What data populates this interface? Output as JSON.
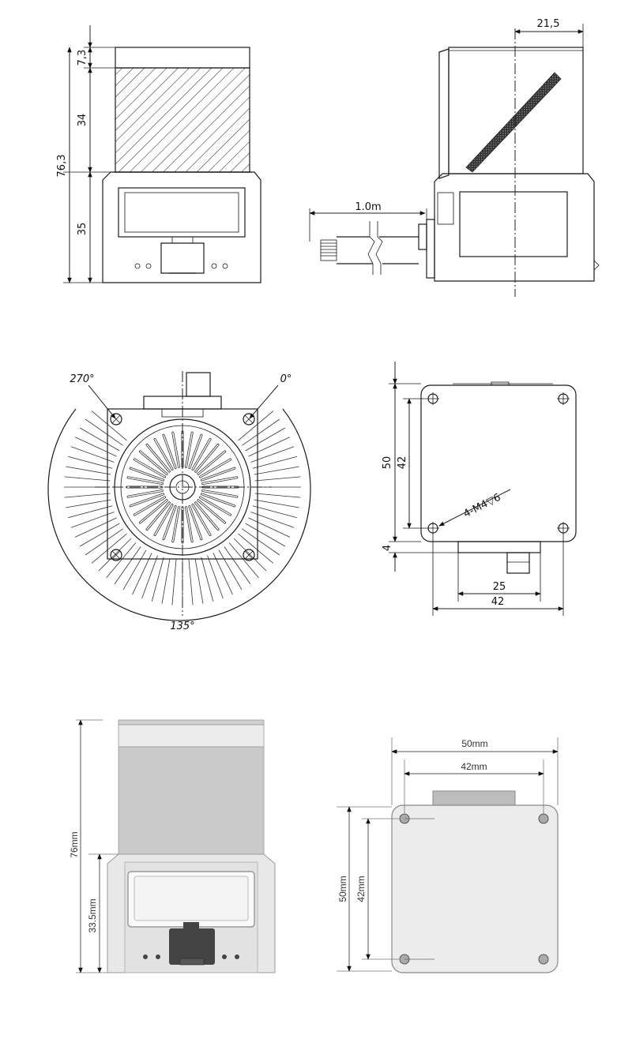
{
  "top_front": {
    "d_7_3": "7,3",
    "d_34": "34",
    "d_76_3": "76,3",
    "d_35": "35"
  },
  "top_side": {
    "d_21_5": "21,5",
    "cable_len": "1.0m"
  },
  "mid_round": {
    "a_270": "270°",
    "a_0": "0°",
    "a_135": "135°"
  },
  "mid_bottom": {
    "d_50": "50",
    "d_42": "42",
    "d_4": "4",
    "d_25": "25",
    "d_42b": "42",
    "thread": "4-M4▽6"
  },
  "bottom_front": {
    "d_76": "76mm",
    "d_33_5": "33.5mm"
  },
  "bottom_base": {
    "d_50": "50mm",
    "d_42": "42mm",
    "d_50v": "50mm",
    "d_42v": "42mm"
  },
  "colors": {
    "line": "#1a1a1a",
    "head_fill": "#c9c9c9",
    "body_fill": "#e8e8e8",
    "dark": "#444444"
  }
}
